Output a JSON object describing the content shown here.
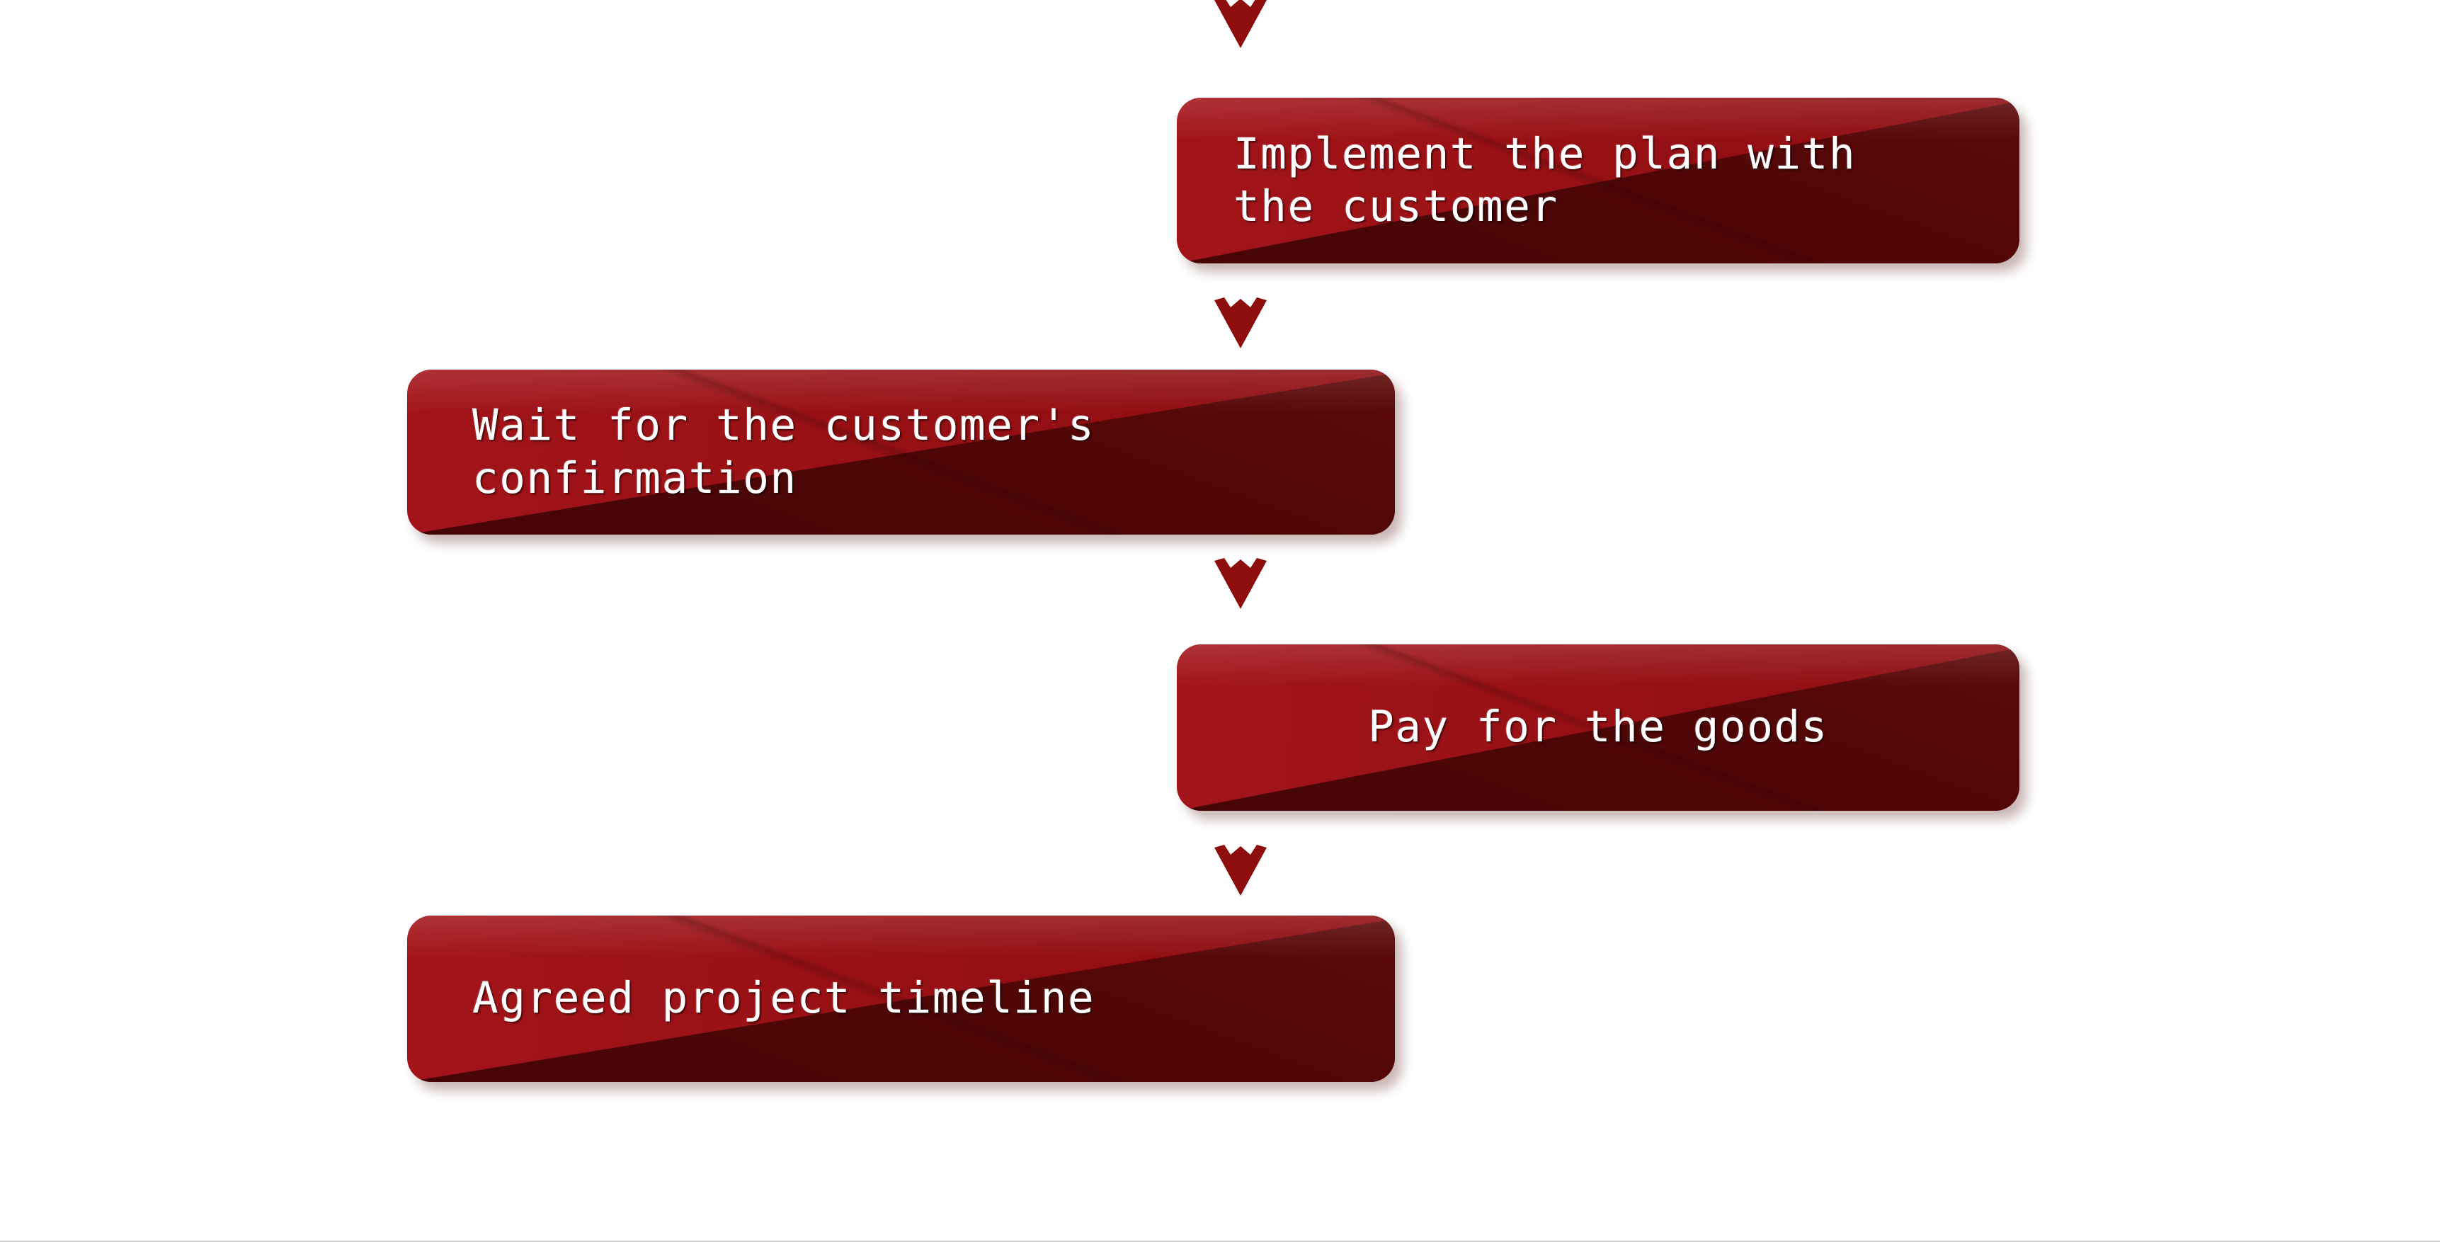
{
  "diagram": {
    "type": "vertical-flowchart",
    "background_color": "#ffffff",
    "node_fill_light": "#9E1113",
    "node_fill_dark": "#4D0606",
    "node_text_color": "#FFFFFF",
    "arrow_color": "#8E0D0D",
    "nodes": [
      {
        "id": "node-implement-plan",
        "label": "Implement the plan with\nthe customer",
        "align": "right"
      },
      {
        "id": "node-wait-confirmation",
        "label": "Wait for the customer's\nconfirmation",
        "align": "left"
      },
      {
        "id": "node-pay-goods",
        "label": "Pay for the goods",
        "align": "right"
      },
      {
        "id": "node-agreed-timeline",
        "label": "Agreed project timeline",
        "align": "left"
      }
    ],
    "connectors": [
      {
        "id": "arrow-into-implement-plan",
        "icon": "arrow-down-icon"
      },
      {
        "id": "arrow-implement-to-wait",
        "icon": "arrow-down-icon"
      },
      {
        "id": "arrow-wait-to-pay",
        "icon": "arrow-down-icon"
      },
      {
        "id": "arrow-pay-to-timeline",
        "icon": "arrow-down-icon"
      }
    ]
  }
}
